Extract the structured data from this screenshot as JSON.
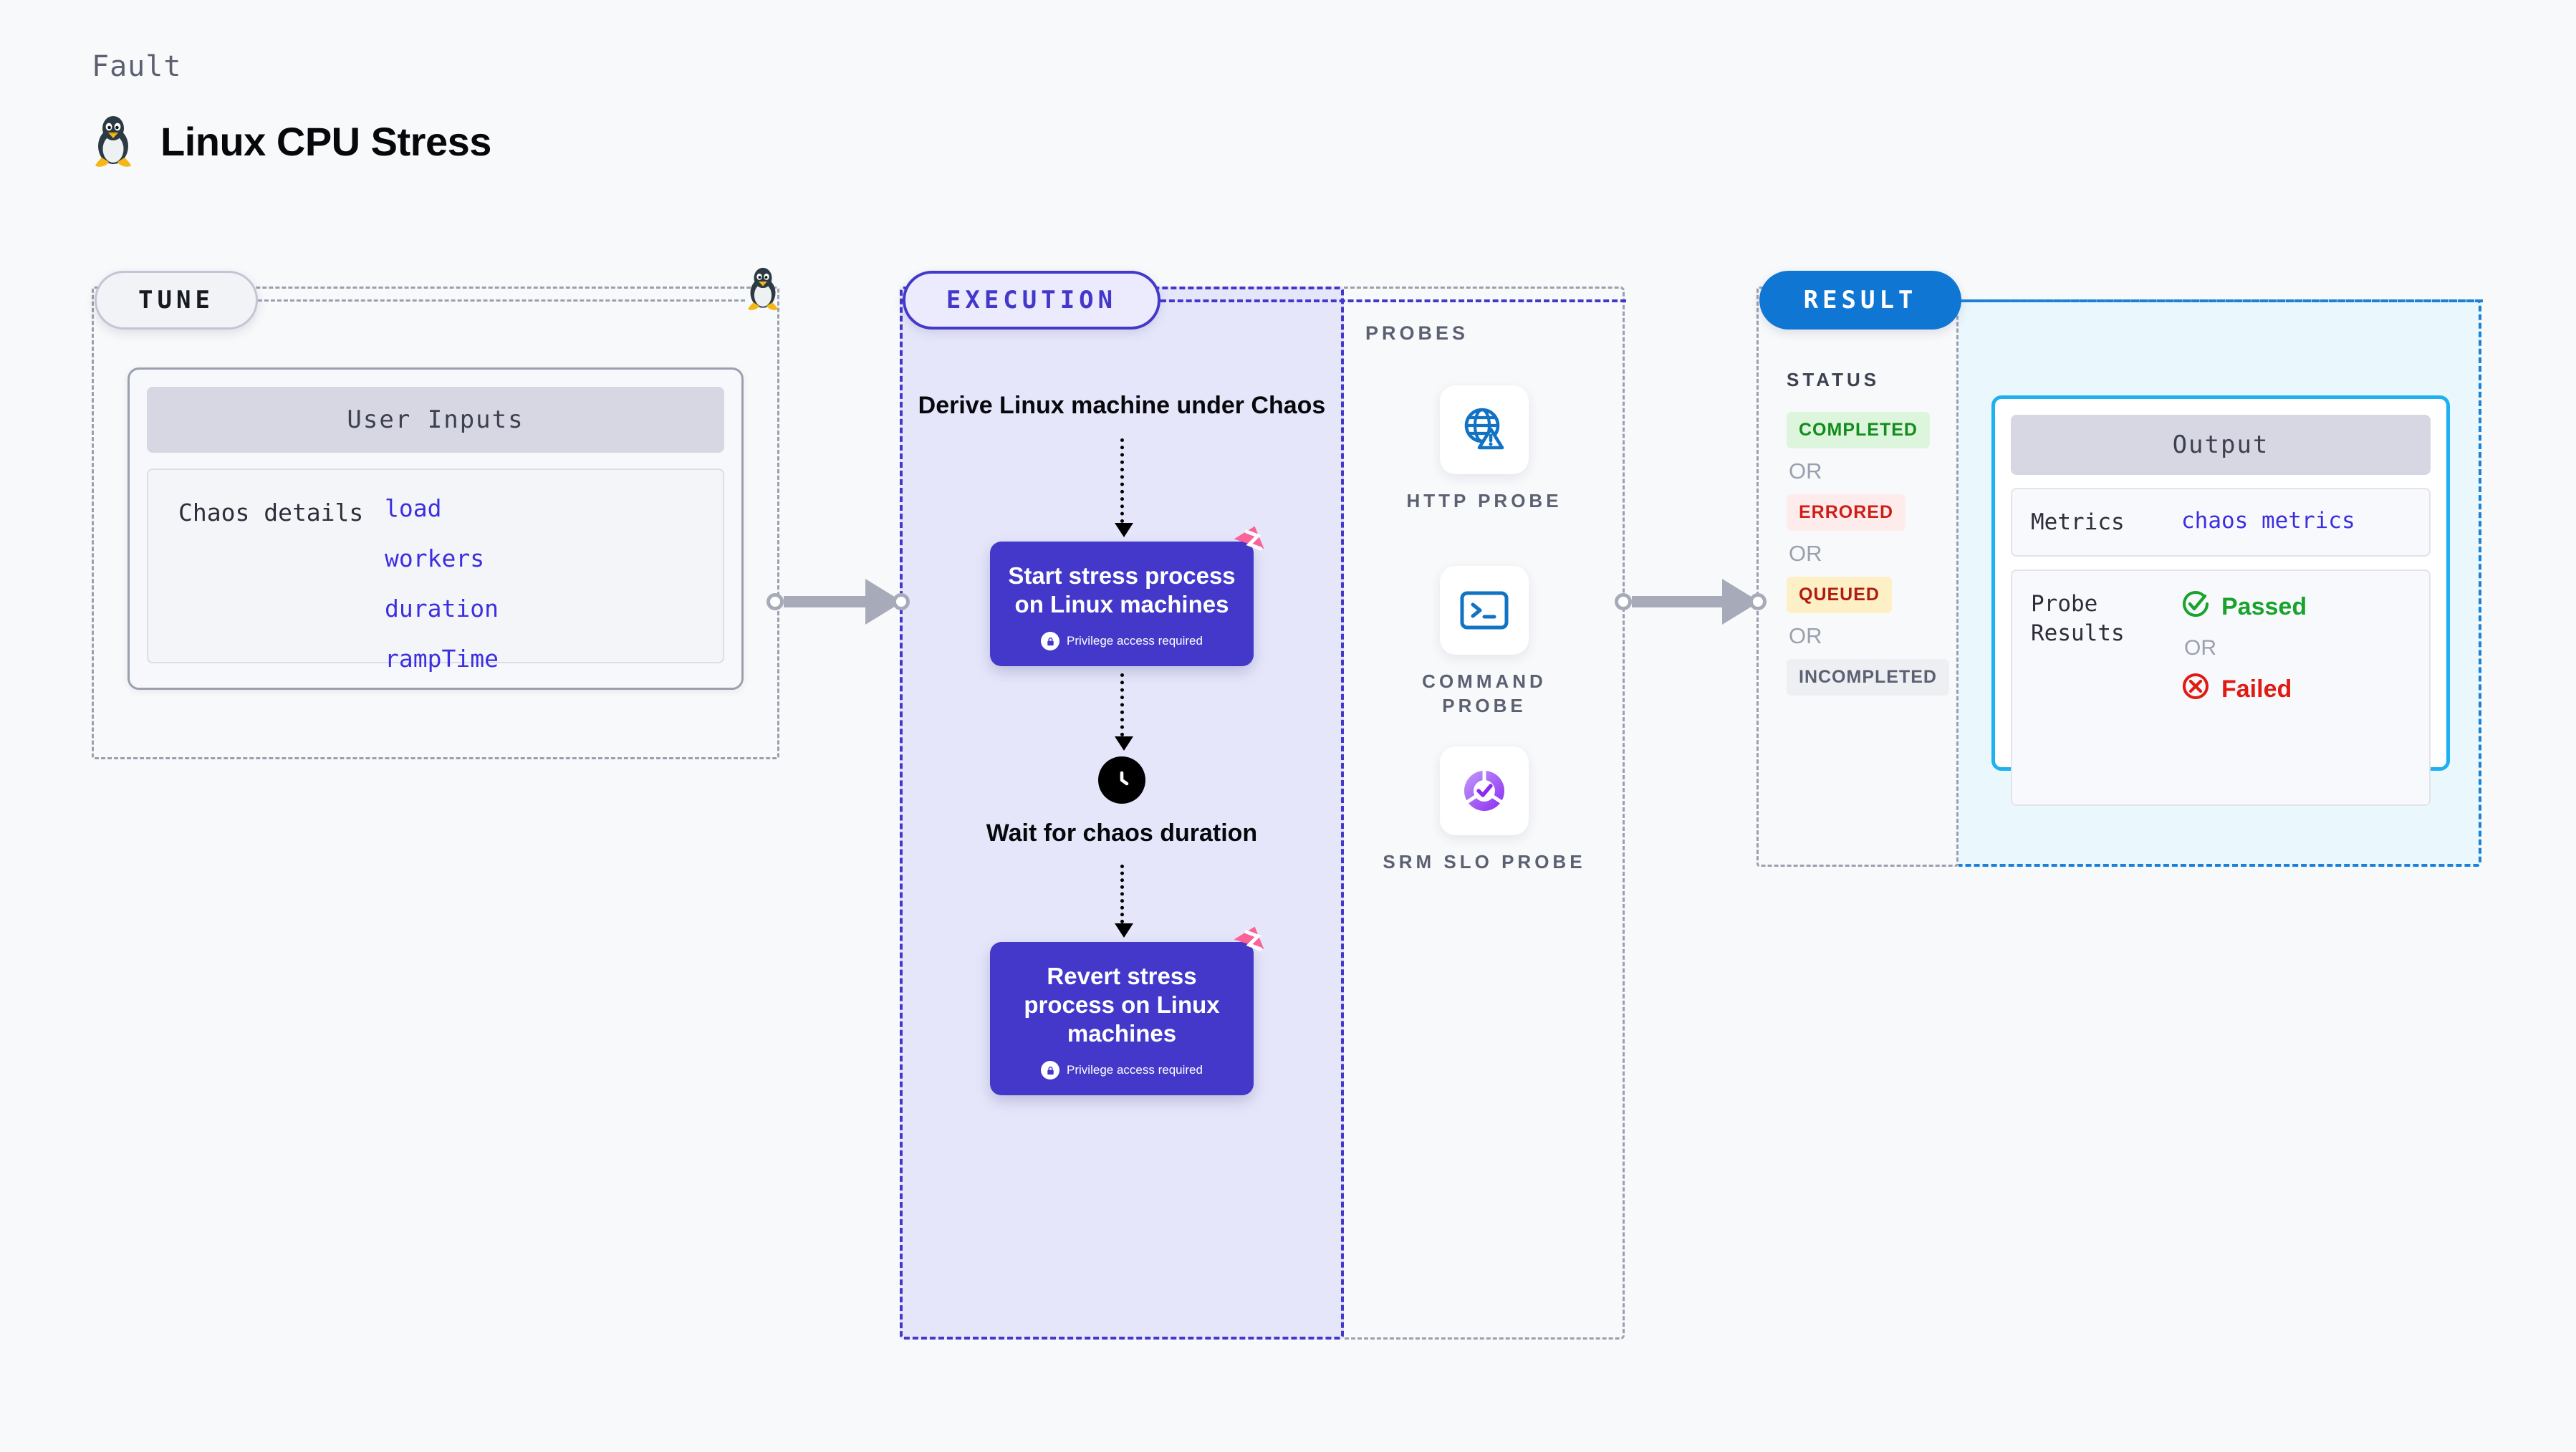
{
  "header": {
    "kicker": "Fault",
    "title": "Linux CPU Stress",
    "icon": "tux-penguin-icon"
  },
  "tune": {
    "badge": "TUNE",
    "card_header": "User Inputs",
    "details_label": "Chaos details",
    "parameters": [
      "load",
      "workers",
      "duration",
      "rampTime"
    ],
    "corner_icon": "tux-penguin-icon"
  },
  "execution": {
    "badge": "EXECUTION",
    "steps": [
      {
        "type": "title",
        "text": "Derive Linux machine under Chaos"
      },
      {
        "type": "card",
        "text": "Start stress process on Linux machines",
        "note": "Privilege access required",
        "note_icon": "lock-icon",
        "corner_icon": "litmus-logo-icon"
      },
      {
        "type": "clock",
        "icon": "clock-icon",
        "text": "Wait for chaos duration"
      },
      {
        "type": "card",
        "text": "Revert stress process on Linux machines",
        "note": "Privilege access required",
        "note_icon": "lock-icon",
        "corner_icon": "litmus-logo-icon"
      }
    ]
  },
  "probes": {
    "heading": "PROBES",
    "items": [
      {
        "label": "HTTP PROBE",
        "icon": "globe-warning-icon"
      },
      {
        "label": "COMMAND PROBE",
        "icon": "terminal-icon"
      },
      {
        "label": "SRM SLO PROBE",
        "icon": "slo-donut-check-icon"
      }
    ]
  },
  "result": {
    "badge": "RESULT",
    "status_heading": "STATUS",
    "or_label": "OR",
    "statuses": [
      {
        "label": "COMPLETED",
        "color": "#128c1b",
        "bg": "#ddf5dc"
      },
      {
        "label": "ERRORED",
        "color": "#cf1d17",
        "bg": "#fdeceb"
      },
      {
        "label": "QUEUED",
        "color": "#b01c10",
        "bg": "#fdf0c7"
      },
      {
        "label": "INCOMPLETED",
        "color": "#5b6172",
        "bg": "#eeeff3"
      }
    ]
  },
  "output": {
    "card_header": "Output",
    "metrics_label": "Metrics",
    "metrics_value": "chaos metrics",
    "probe_results_label": "Probe Results",
    "passed_label": "Passed",
    "passed_icon": "check-circle-icon",
    "passed_color": "#19a32c",
    "or_label": "OR",
    "failed_label": "Failed",
    "failed_icon": "x-circle-icon",
    "failed_color": "#e01b12"
  },
  "colors": {
    "page_bg": "#f8f9fb",
    "indigo": "#4338ca",
    "execution_bg": "#e6e6fb",
    "result_blue": "#0f76d4",
    "output_cyan": "#1eb0ef",
    "output_bg": "#eaf8fd",
    "mono_blue": "#3b2fe0",
    "litmus_pink": "#fa6298"
  }
}
